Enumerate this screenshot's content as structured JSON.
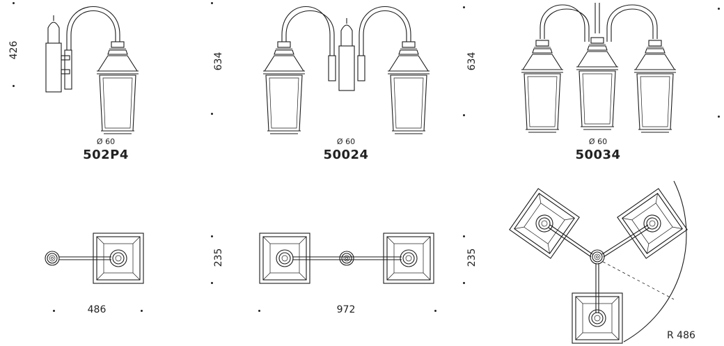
{
  "products": [
    {
      "code": "502P4",
      "diameter": "Ø 60",
      "height": "426",
      "width": "486"
    },
    {
      "code": "50024",
      "diameter": "Ø 60",
      "height": "634",
      "width": "972",
      "depth": "235"
    },
    {
      "code": "50034",
      "diameter": "Ø 60",
      "height": "634",
      "depth": "235",
      "radius": "R 486"
    }
  ],
  "colors": {
    "ink": "#1a1a1a",
    "background": "#ffffff"
  }
}
